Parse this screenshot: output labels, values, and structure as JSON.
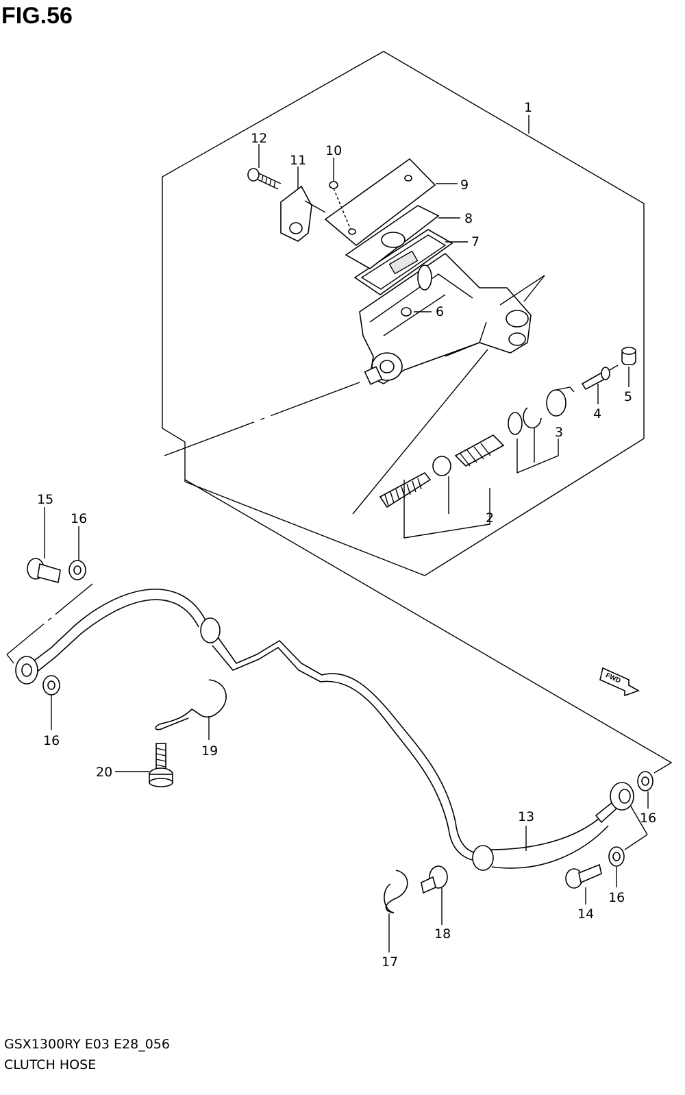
{
  "figure": {
    "title": "FIG.56",
    "model_code": "GSX1300RY E03 E28_056",
    "assembly_name": "CLUTCH HOSE",
    "direction_marker": "FWD"
  },
  "callouts": [
    {
      "number": "1"
    },
    {
      "number": "2"
    },
    {
      "number": "3"
    },
    {
      "number": "4"
    },
    {
      "number": "5"
    },
    {
      "number": "6"
    },
    {
      "number": "7"
    },
    {
      "number": "8"
    },
    {
      "number": "9"
    },
    {
      "number": "10"
    },
    {
      "number": "11"
    },
    {
      "number": "12"
    },
    {
      "number": "13"
    },
    {
      "number": "14"
    },
    {
      "number": "15"
    },
    {
      "number": "16"
    },
    {
      "number": "16"
    },
    {
      "number": "16"
    },
    {
      "number": "16"
    },
    {
      "number": "17"
    },
    {
      "number": "18"
    },
    {
      "number": "19"
    },
    {
      "number": "20"
    }
  ]
}
